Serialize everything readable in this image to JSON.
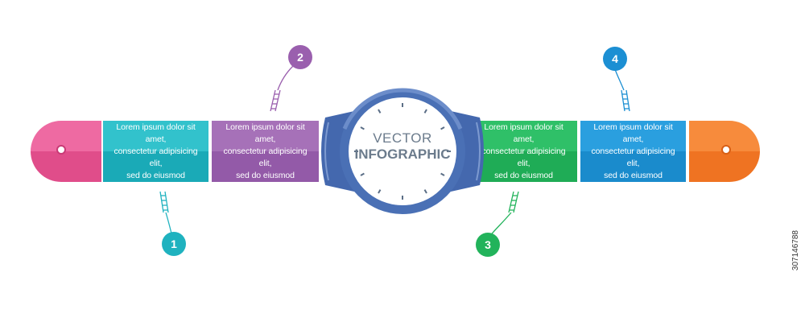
{
  "title": {
    "line1": "VECTOR",
    "line2": "INFOGRAPHIC"
  },
  "steps": [
    {
      "number": "1",
      "text": "Lorem ipsum dolor sit amet,\nconsectetur adipisicing elit,\nsed do eiusmod",
      "color": "#1fb2bf"
    },
    {
      "number": "2",
      "text": "Lorem ipsum dolor sit amet,\nconsectetur adipisicing elit,\nsed do eiusmod",
      "color": "#9a5fae"
    },
    {
      "number": "3",
      "text": "Lorem ipsum dolor sit amet,\nconsectetur adipisicing elit,\nsed do eiusmod",
      "color": "#22b35b"
    },
    {
      "number": "4",
      "text": "Lorem ipsum dolor sit amet,\nconsectetur adipisicing elit,\nsed do eiusmod",
      "color": "#1c8fd3"
    }
  ],
  "caps": {
    "left_color": "#e8528f",
    "right_color": "#f47c2a"
  },
  "watch_color": "#4a70b5",
  "watermark": "307146788"
}
